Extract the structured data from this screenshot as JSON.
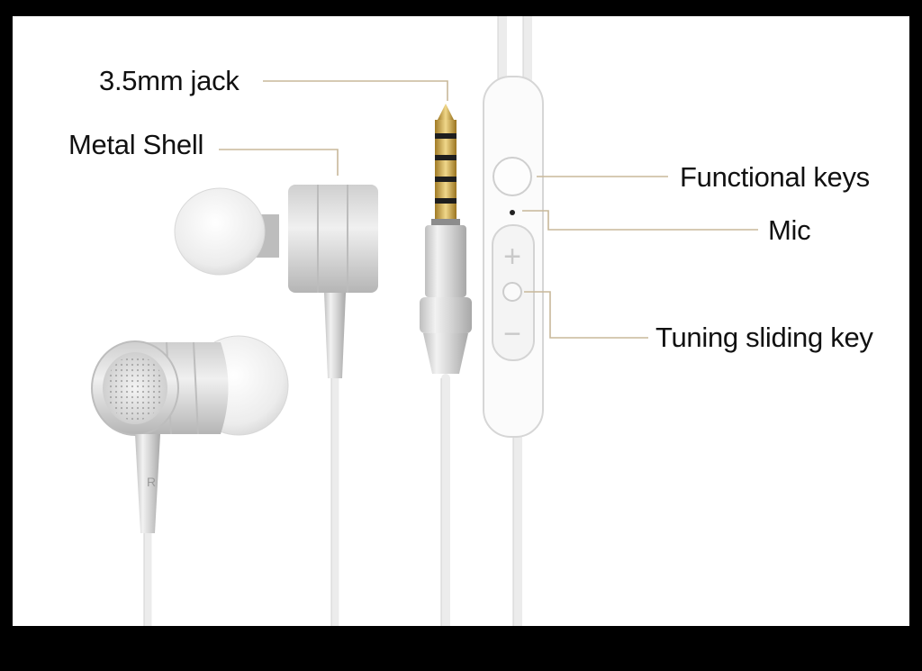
{
  "labels": {
    "jack": "3.5mm jack",
    "metal_shell": "Metal Shell",
    "functional_keys": "Functional keys",
    "mic": "Mic",
    "tuning_sliding_key": "Tuning sliding key"
  },
  "controls": {
    "plus": "+",
    "minus": "−"
  },
  "earbud_marking": "R",
  "colors": {
    "frame": "#000000",
    "background": "#ffffff",
    "leader_line": "#c8b89a",
    "metal": "#d8d8d8",
    "gold": "#c9a84a"
  }
}
